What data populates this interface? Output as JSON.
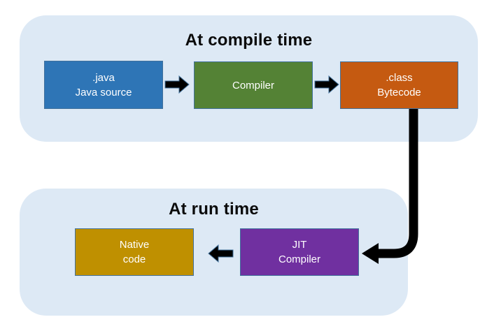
{
  "canvas": {
    "background": "#ffffff",
    "panel_color": "#dde9f5",
    "box_border_color": "#41719c",
    "arrow_color": "#000000",
    "title_color": "#0b0b0b"
  },
  "compile_section": {
    "title": "At compile time",
    "java_box": {
      "line1": ".java",
      "line2": "Java source",
      "color": "#2e75b6"
    },
    "compiler_box": {
      "line1": "Compiler",
      "color": "#548235"
    },
    "bytecode_box": {
      "line1": ".class",
      "line2": "Bytecode",
      "color": "#c55a11"
    }
  },
  "run_section": {
    "title": "At run time",
    "native_box": {
      "line1": "Native",
      "line2": "code",
      "color": "#bf9000"
    },
    "jit_box": {
      "line1": "JIT",
      "line2": "Compiler",
      "color": "#7030a0"
    }
  }
}
